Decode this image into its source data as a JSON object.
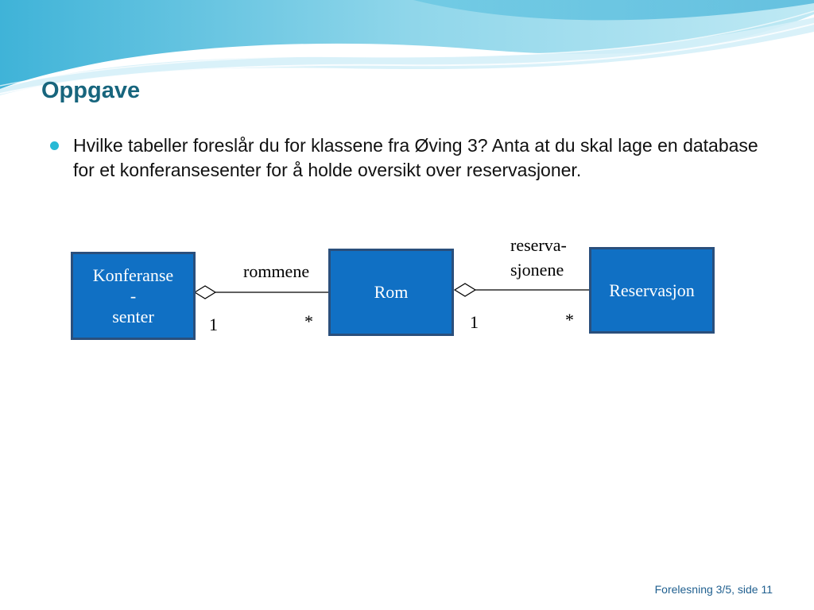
{
  "slide": {
    "title": "Oppgave",
    "bullet": "Hvilke tabeller foreslår du for klassene fra Øving 3? Anta at du skal lage en database for et konferansesenter for å holde oversikt over reservasjoner.",
    "footer": "Forelesning 3/5, side 11"
  },
  "diagram": {
    "classes": {
      "konferansesenter": [
        "Konferanse",
        "-",
        "senter"
      ],
      "rom": "Rom",
      "reservasjon": "Reservasjon"
    },
    "associations": [
      {
        "role": "rommene",
        "whole_multiplicity": "1",
        "part_multiplicity": "*"
      },
      {
        "role_lines": [
          "reserva-",
          "sjonene"
        ],
        "whole_multiplicity": "1",
        "part_multiplicity": "*"
      }
    ]
  },
  "colors": {
    "title": "#17657d",
    "bullet": "#27b9d5",
    "class_fill": "#1070c4",
    "class_border": "#2a4f7c",
    "footer": "#1f5f8f"
  }
}
